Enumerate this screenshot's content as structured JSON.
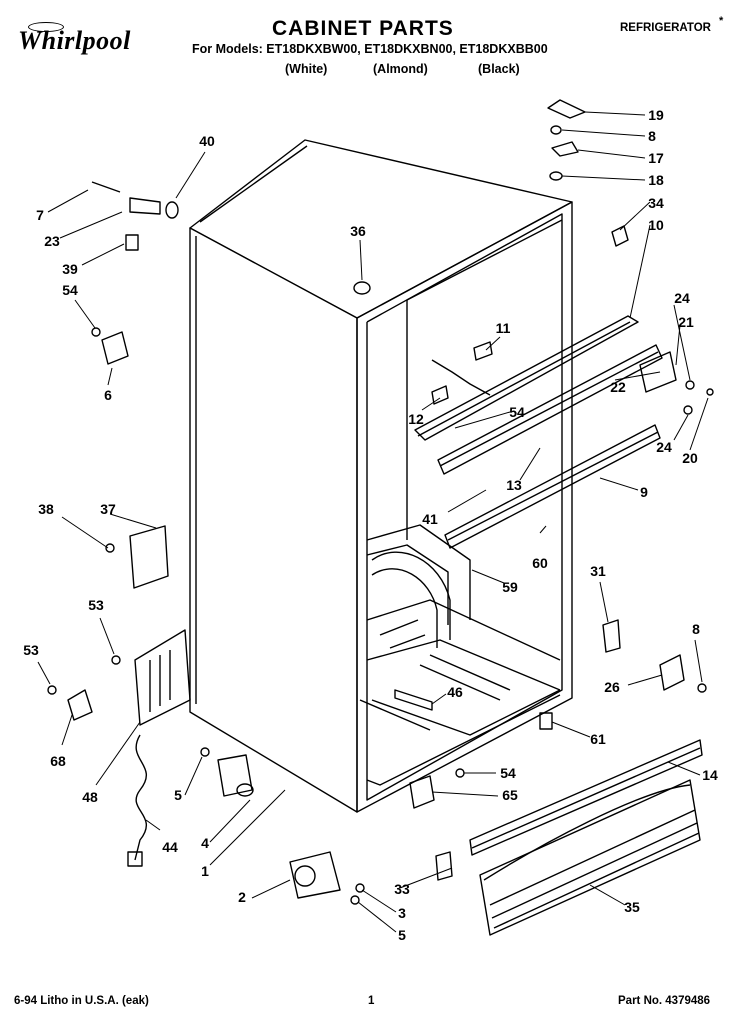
{
  "header": {
    "brand": "Whirlpool",
    "title": "CABINET PARTS",
    "models_line": "For Models: ET18DKXBW00, ET18DKXBN00, ET18DKXBB00",
    "colors": [
      "(White)",
      "(Almond)",
      "(Black)"
    ],
    "category": "REFRIGERATOR",
    "mark": "*"
  },
  "footer": {
    "litho": "6-94 Litho in U.S.A. (eak)",
    "page": "1",
    "part_no": "Part No. 4379486"
  },
  "callouts": [
    "40",
    "7",
    "23",
    "39",
    "54",
    "6",
    "36",
    "19",
    "8",
    "17",
    "18",
    "34",
    "10",
    "11",
    "24",
    "21",
    "12",
    "54",
    "22",
    "20",
    "24",
    "13",
    "41",
    "9",
    "38",
    "37",
    "60",
    "59",
    "53",
    "53",
    "31",
    "8",
    "26",
    "68",
    "46",
    "61",
    "48",
    "5",
    "54",
    "65",
    "14",
    "4",
    "44",
    "1",
    "33",
    "2",
    "3",
    "5",
    "35"
  ]
}
